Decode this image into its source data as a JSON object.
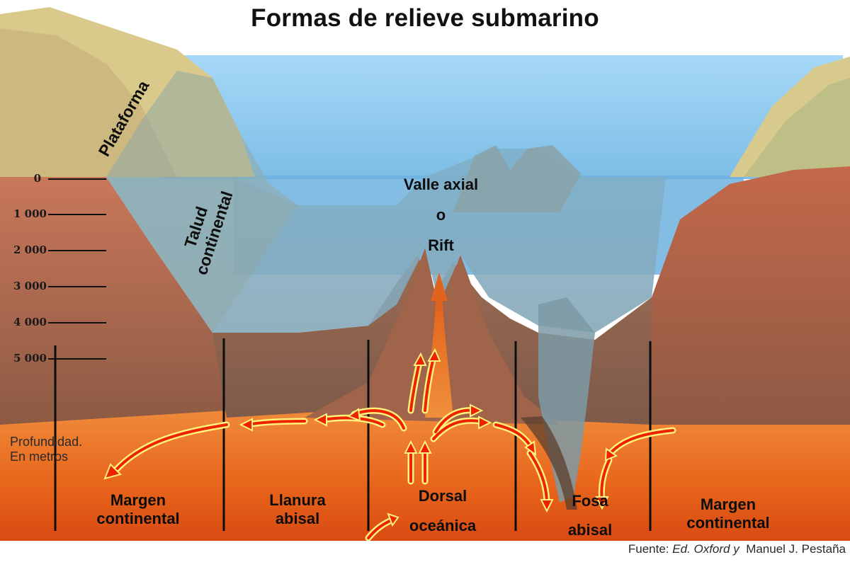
{
  "title": "Formas de relieve submarino",
  "labels": {
    "plataforma": "Plataforma",
    "talud_line1": "Talud",
    "talud_line2": "continental",
    "valle_line1": "Valle axial",
    "valle_line2": "o",
    "valle_line3": "Rift",
    "margen_left_line1": "Margen",
    "margen_left_line2": "continental",
    "llanura_line1": "Llanura",
    "llanura_line2": "abisal",
    "dorsal_line1": "Dorsal",
    "dorsal_line2": "oceánica",
    "fosa_line1": "Fosa",
    "fosa_line2": "abisal",
    "margen_right_line1": "Margen",
    "margen_right_line2": "continental",
    "profundidad_line1": "Profundidad.",
    "profundidad_line2": "En metros"
  },
  "depth_scale": [
    "0",
    "1 000",
    "2 000",
    "3 000",
    "4 000",
    "5 000"
  ],
  "source": {
    "prefix": "Fuente: ",
    "part1": "Ed. Oxford y",
    "part2": "Manuel J. Pestaña"
  },
  "colors": {
    "sky": "#ffffff",
    "ocean_top": "#9fd3f4",
    "ocean_deep": "#6fb3e0",
    "land_top": "#e8d48a",
    "crust": "#a8644a",
    "mantle": "#e8661c",
    "arrow_fill": "#ee2200",
    "arrow_outline": "#fff27a"
  }
}
